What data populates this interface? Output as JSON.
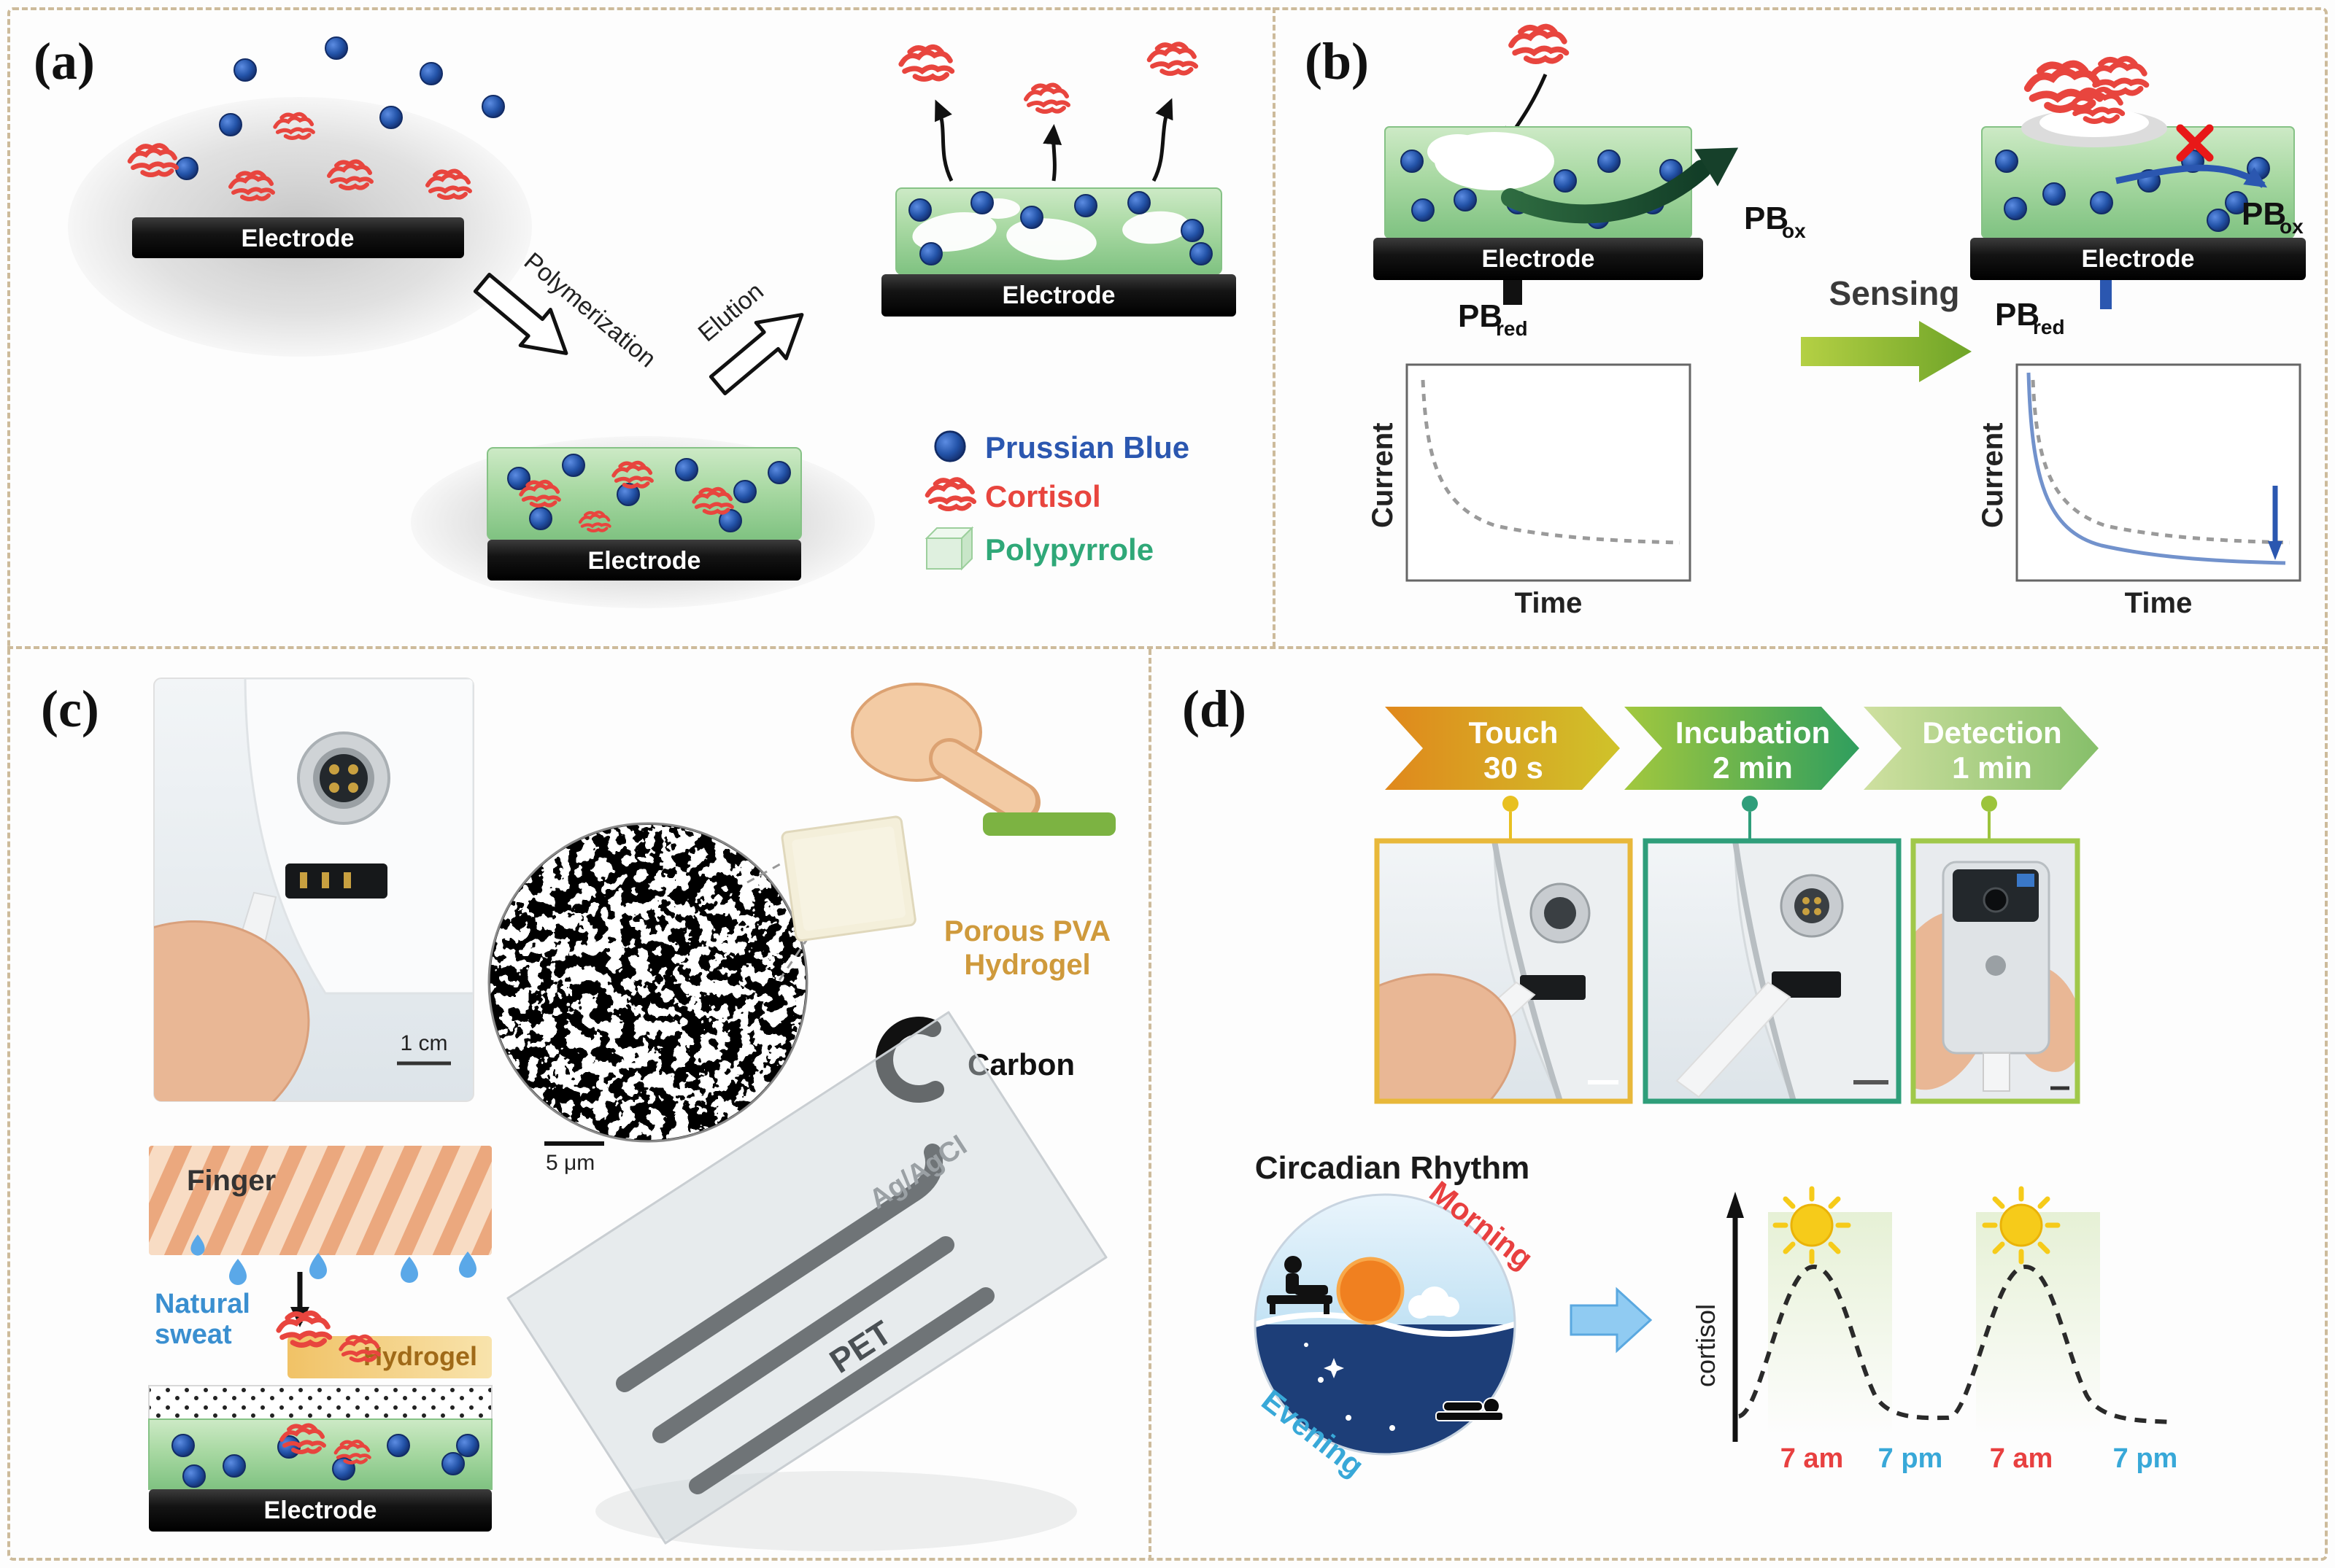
{
  "panel_a": {
    "label": "(a)",
    "electrode": "Electrode",
    "polymerization": "Polymerization",
    "elution": "Elution",
    "legend": {
      "prussian_blue": "Prussian Blue",
      "cortisol": "Cortisol",
      "polypyrrole": "Polypyrrole"
    }
  },
  "panel_b": {
    "label": "(b)",
    "electrode": "Electrode",
    "pb": "PB",
    "sub_red": "red",
    "sub_ox": "ox",
    "sensing": "Sensing",
    "axis_current": "Current",
    "axis_time": "Time"
  },
  "panel_c": {
    "label": "(c)",
    "scalebar_cm": "1 cm",
    "scalebar_um": "5 μm",
    "porous_line1": "Porous PVA",
    "porous_line2": "Hydrogel",
    "carbon": "Carbon",
    "agagcl": "Ag/AgCl",
    "pet": "PET",
    "finger": "Finger",
    "natural_line1": "Natural",
    "natural_line2": "sweat",
    "hydrogel": "Hydrogel",
    "electrode": "Electrode"
  },
  "panel_d": {
    "label": "(d)",
    "steps": [
      {
        "title": "Touch",
        "time": "30 s"
      },
      {
        "title": "Incubation",
        "time": "2 min"
      },
      {
        "title": "Detection",
        "time": "1 min"
      }
    ],
    "circadian": "Circadian Rhythm",
    "morning": "Morning",
    "evening": "Evening",
    "cortisol_axis": "cortisol",
    "times": [
      "7 am",
      "7 pm",
      "7 am",
      "7 pm"
    ]
  },
  "colors": {
    "border_dash": "#cdbb9b",
    "prussian_blue": "#2353a8",
    "cortisol_red": "#e8453e",
    "polypyrrole_green": "#8fc98c",
    "sensing_arrow": "#78aa30",
    "banner_touch": "#e0881c",
    "banner_incubation": "#2f9e5e",
    "banner_detection": "#8fc370",
    "morning_red": "#e84040",
    "evening_blue": "#38a8d8",
    "hydrogel_orange": "#cf9a3c"
  }
}
